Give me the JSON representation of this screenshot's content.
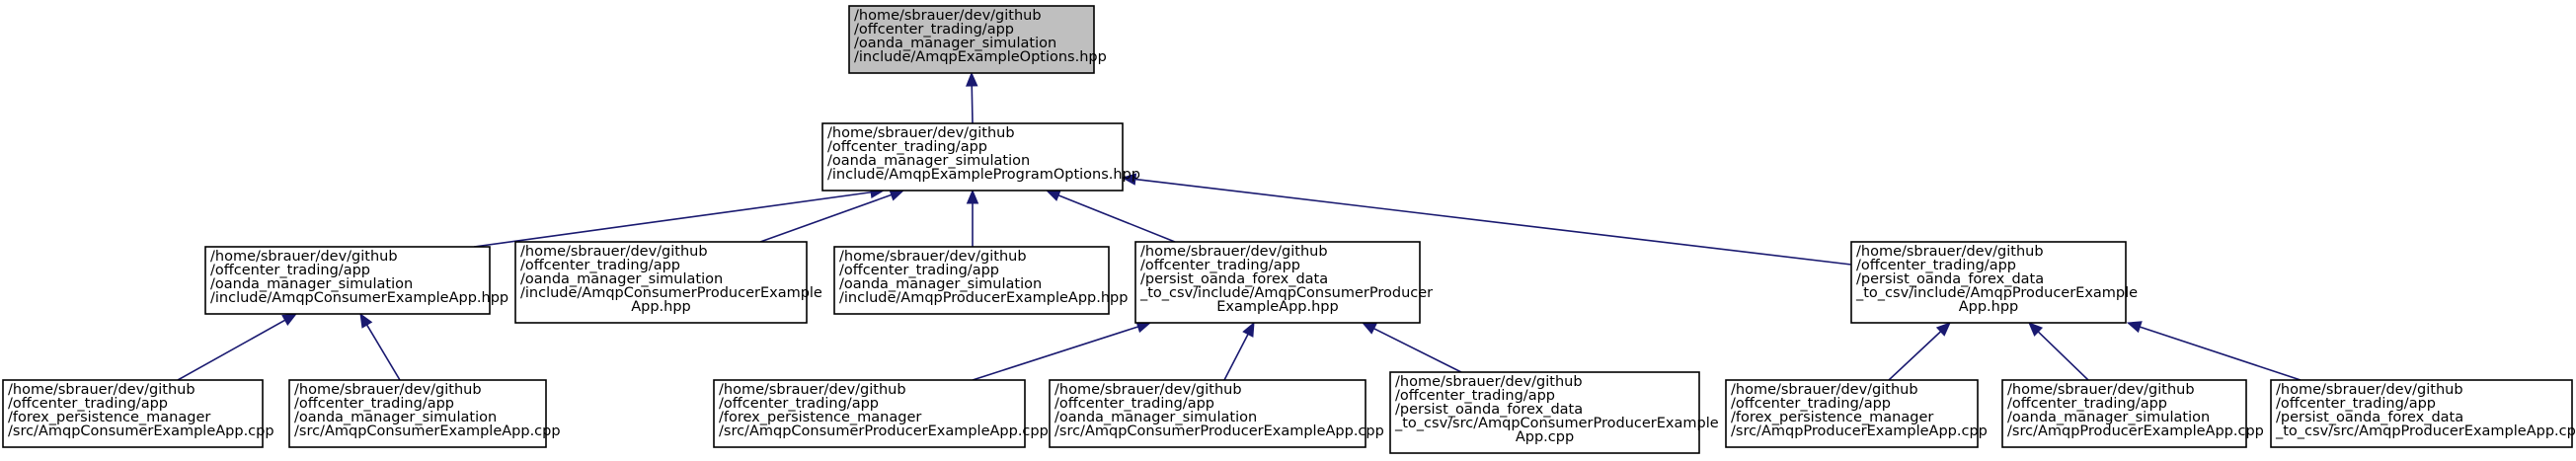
{
  "diagram": {
    "type": "include-dependency-graph",
    "colors": {
      "edge": "#191970",
      "highlight_fill": "#bfbfbf",
      "box_fill": "#ffffff",
      "box_stroke": "#000000"
    },
    "nodes": [
      {
        "id": "n0",
        "highlight": true,
        "lines": [
          "/home/sbrauer/dev/github",
          "/offcenter_trading/app",
          "/oanda_manager_simulation",
          "/include/AmqpExampleOptions.hpp"
        ]
      },
      {
        "id": "n1",
        "lines": [
          "/home/sbrauer/dev/github",
          "/offcenter_trading/app",
          "/oanda_manager_simulation",
          "/include/AmqpExampleProgramOptions.hpp"
        ]
      },
      {
        "id": "n2",
        "lines": [
          "/home/sbrauer/dev/github",
          "/offcenter_trading/app",
          "/oanda_manager_simulation",
          "/include/AmqpConsumerExampleApp.hpp"
        ]
      },
      {
        "id": "n3",
        "lines": [
          "/home/sbrauer/dev/github",
          "/offcenter_trading/app",
          "/oanda_manager_simulation",
          "/include/AmqpConsumerProducerExample",
          "App.hpp"
        ]
      },
      {
        "id": "n4",
        "lines": [
          "/home/sbrauer/dev/github",
          "/offcenter_trading/app",
          "/oanda_manager_simulation",
          "/include/AmqpProducerExampleApp.hpp"
        ]
      },
      {
        "id": "n5",
        "lines": [
          "/home/sbrauer/dev/github",
          "/offcenter_trading/app",
          "/persist_oanda_forex_data",
          "_to_csv/include/AmqpConsumerProducer",
          "ExampleApp.hpp"
        ]
      },
      {
        "id": "n6",
        "lines": [
          "/home/sbrauer/dev/github",
          "/offcenter_trading/app",
          "/persist_oanda_forex_data",
          "_to_csv/include/AmqpProducerExample",
          "App.hpp"
        ]
      },
      {
        "id": "n7",
        "lines": [
          "/home/sbrauer/dev/github",
          "/offcenter_trading/app",
          "/forex_persistence_manager",
          "/src/AmqpConsumerExampleApp.cpp"
        ]
      },
      {
        "id": "n8",
        "lines": [
          "/home/sbrauer/dev/github",
          "/offcenter_trading/app",
          "/oanda_manager_simulation",
          "/src/AmqpConsumerExampleApp.cpp"
        ]
      },
      {
        "id": "n9",
        "lines": [
          "/home/sbrauer/dev/github",
          "/offcenter_trading/app",
          "/forex_persistence_manager",
          "/src/AmqpConsumerProducerExampleApp.cpp"
        ]
      },
      {
        "id": "n10",
        "lines": [
          "/home/sbrauer/dev/github",
          "/offcenter_trading/app",
          "/oanda_manager_simulation",
          "/src/AmqpConsumerProducerExampleApp.cpp"
        ]
      },
      {
        "id": "n11",
        "lines": [
          "/home/sbrauer/dev/github",
          "/offcenter_trading/app",
          "/persist_oanda_forex_data",
          "_to_csv/src/AmqpConsumerProducerExample",
          "App.cpp"
        ]
      },
      {
        "id": "n12",
        "lines": [
          "/home/sbrauer/dev/github",
          "/offcenter_trading/app",
          "/forex_persistence_manager",
          "/src/AmqpProducerExampleApp.cpp"
        ]
      },
      {
        "id": "n13",
        "lines": [
          "/home/sbrauer/dev/github",
          "/offcenter_trading/app",
          "/oanda_manager_simulation",
          "/src/AmqpProducerExampleApp.cpp"
        ]
      },
      {
        "id": "n14",
        "lines": [
          "/home/sbrauer/dev/github",
          "/offcenter_trading/app",
          "/persist_oanda_forex_data",
          "_to_csv/src/AmqpProducerExampleApp.cpp"
        ]
      }
    ],
    "edges": [
      {
        "from": "n1",
        "to": "n0"
      },
      {
        "from": "n2",
        "to": "n1"
      },
      {
        "from": "n3",
        "to": "n1"
      },
      {
        "from": "n4",
        "to": "n1"
      },
      {
        "from": "n5",
        "to": "n1"
      },
      {
        "from": "n6",
        "to": "n1"
      },
      {
        "from": "n7",
        "to": "n2"
      },
      {
        "from": "n8",
        "to": "n2"
      },
      {
        "from": "n9",
        "to": "n5"
      },
      {
        "from": "n10",
        "to": "n5"
      },
      {
        "from": "n11",
        "to": "n5"
      },
      {
        "from": "n12",
        "to": "n6"
      },
      {
        "from": "n13",
        "to": "n6"
      },
      {
        "from": "n14",
        "to": "n6"
      }
    ]
  }
}
